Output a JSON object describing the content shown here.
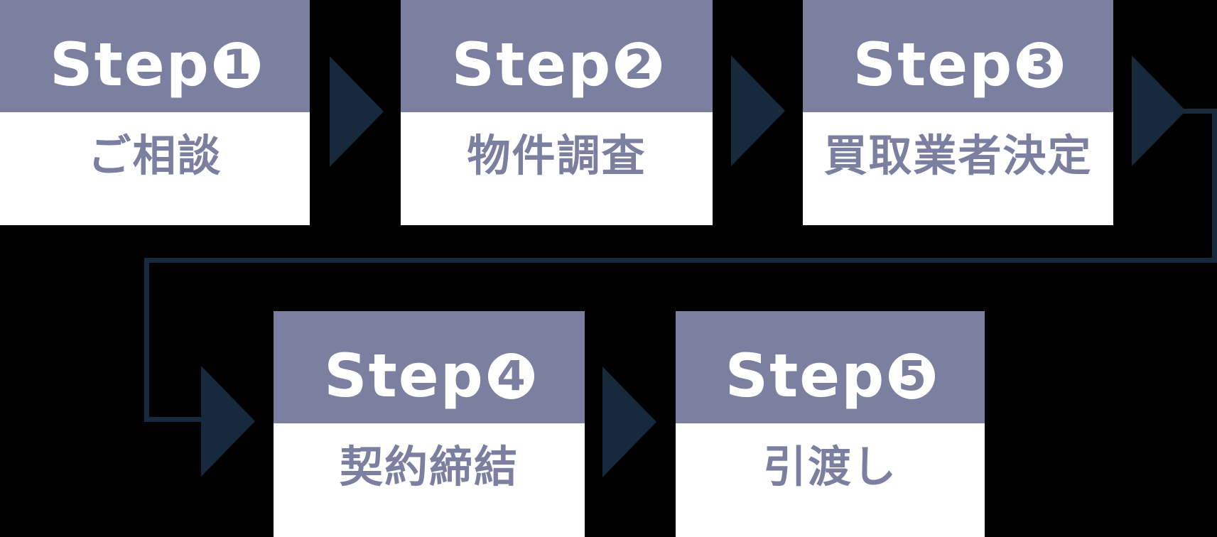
{
  "colors": {
    "background": "#000000",
    "header_bg": "#7c80a0",
    "header_text": "#ffffff",
    "body_bg": "#ffffff",
    "label_text": "#7c80a0",
    "arrow": "#16293d"
  },
  "icons": {
    "arrow_right": "▶"
  },
  "steps": [
    {
      "prefix": "Step",
      "number": "1",
      "label": "ご相談"
    },
    {
      "prefix": "Step",
      "number": "2",
      "label": "物件調査"
    },
    {
      "prefix": "Step",
      "number": "3",
      "label": "買取業者決定"
    },
    {
      "prefix": "Step",
      "number": "4",
      "label": "契約締結"
    },
    {
      "prefix": "Step",
      "number": "5",
      "label": "引渡し"
    }
  ]
}
